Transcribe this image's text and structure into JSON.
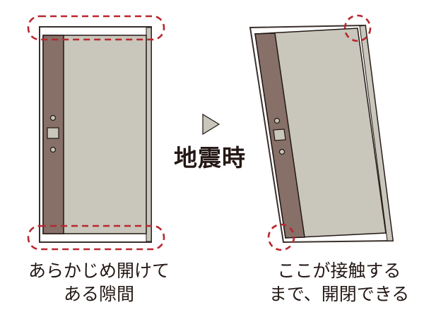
{
  "middle": {
    "arrow_icon": "triangle-right-icon",
    "label": "地震時"
  },
  "left_panel": {
    "caption_line1": "あらかじめ開けて",
    "caption_line2": "ある隙間"
  },
  "right_panel": {
    "caption_line1": "ここが接触する",
    "caption_line2": "まで、開閉できる"
  },
  "colors": {
    "door_panel": "#c9c6bb",
    "door_stile": "#867068",
    "outline": "#231815",
    "highlight_dashed": "#b7282e",
    "frame_fill": "#ffffff"
  }
}
